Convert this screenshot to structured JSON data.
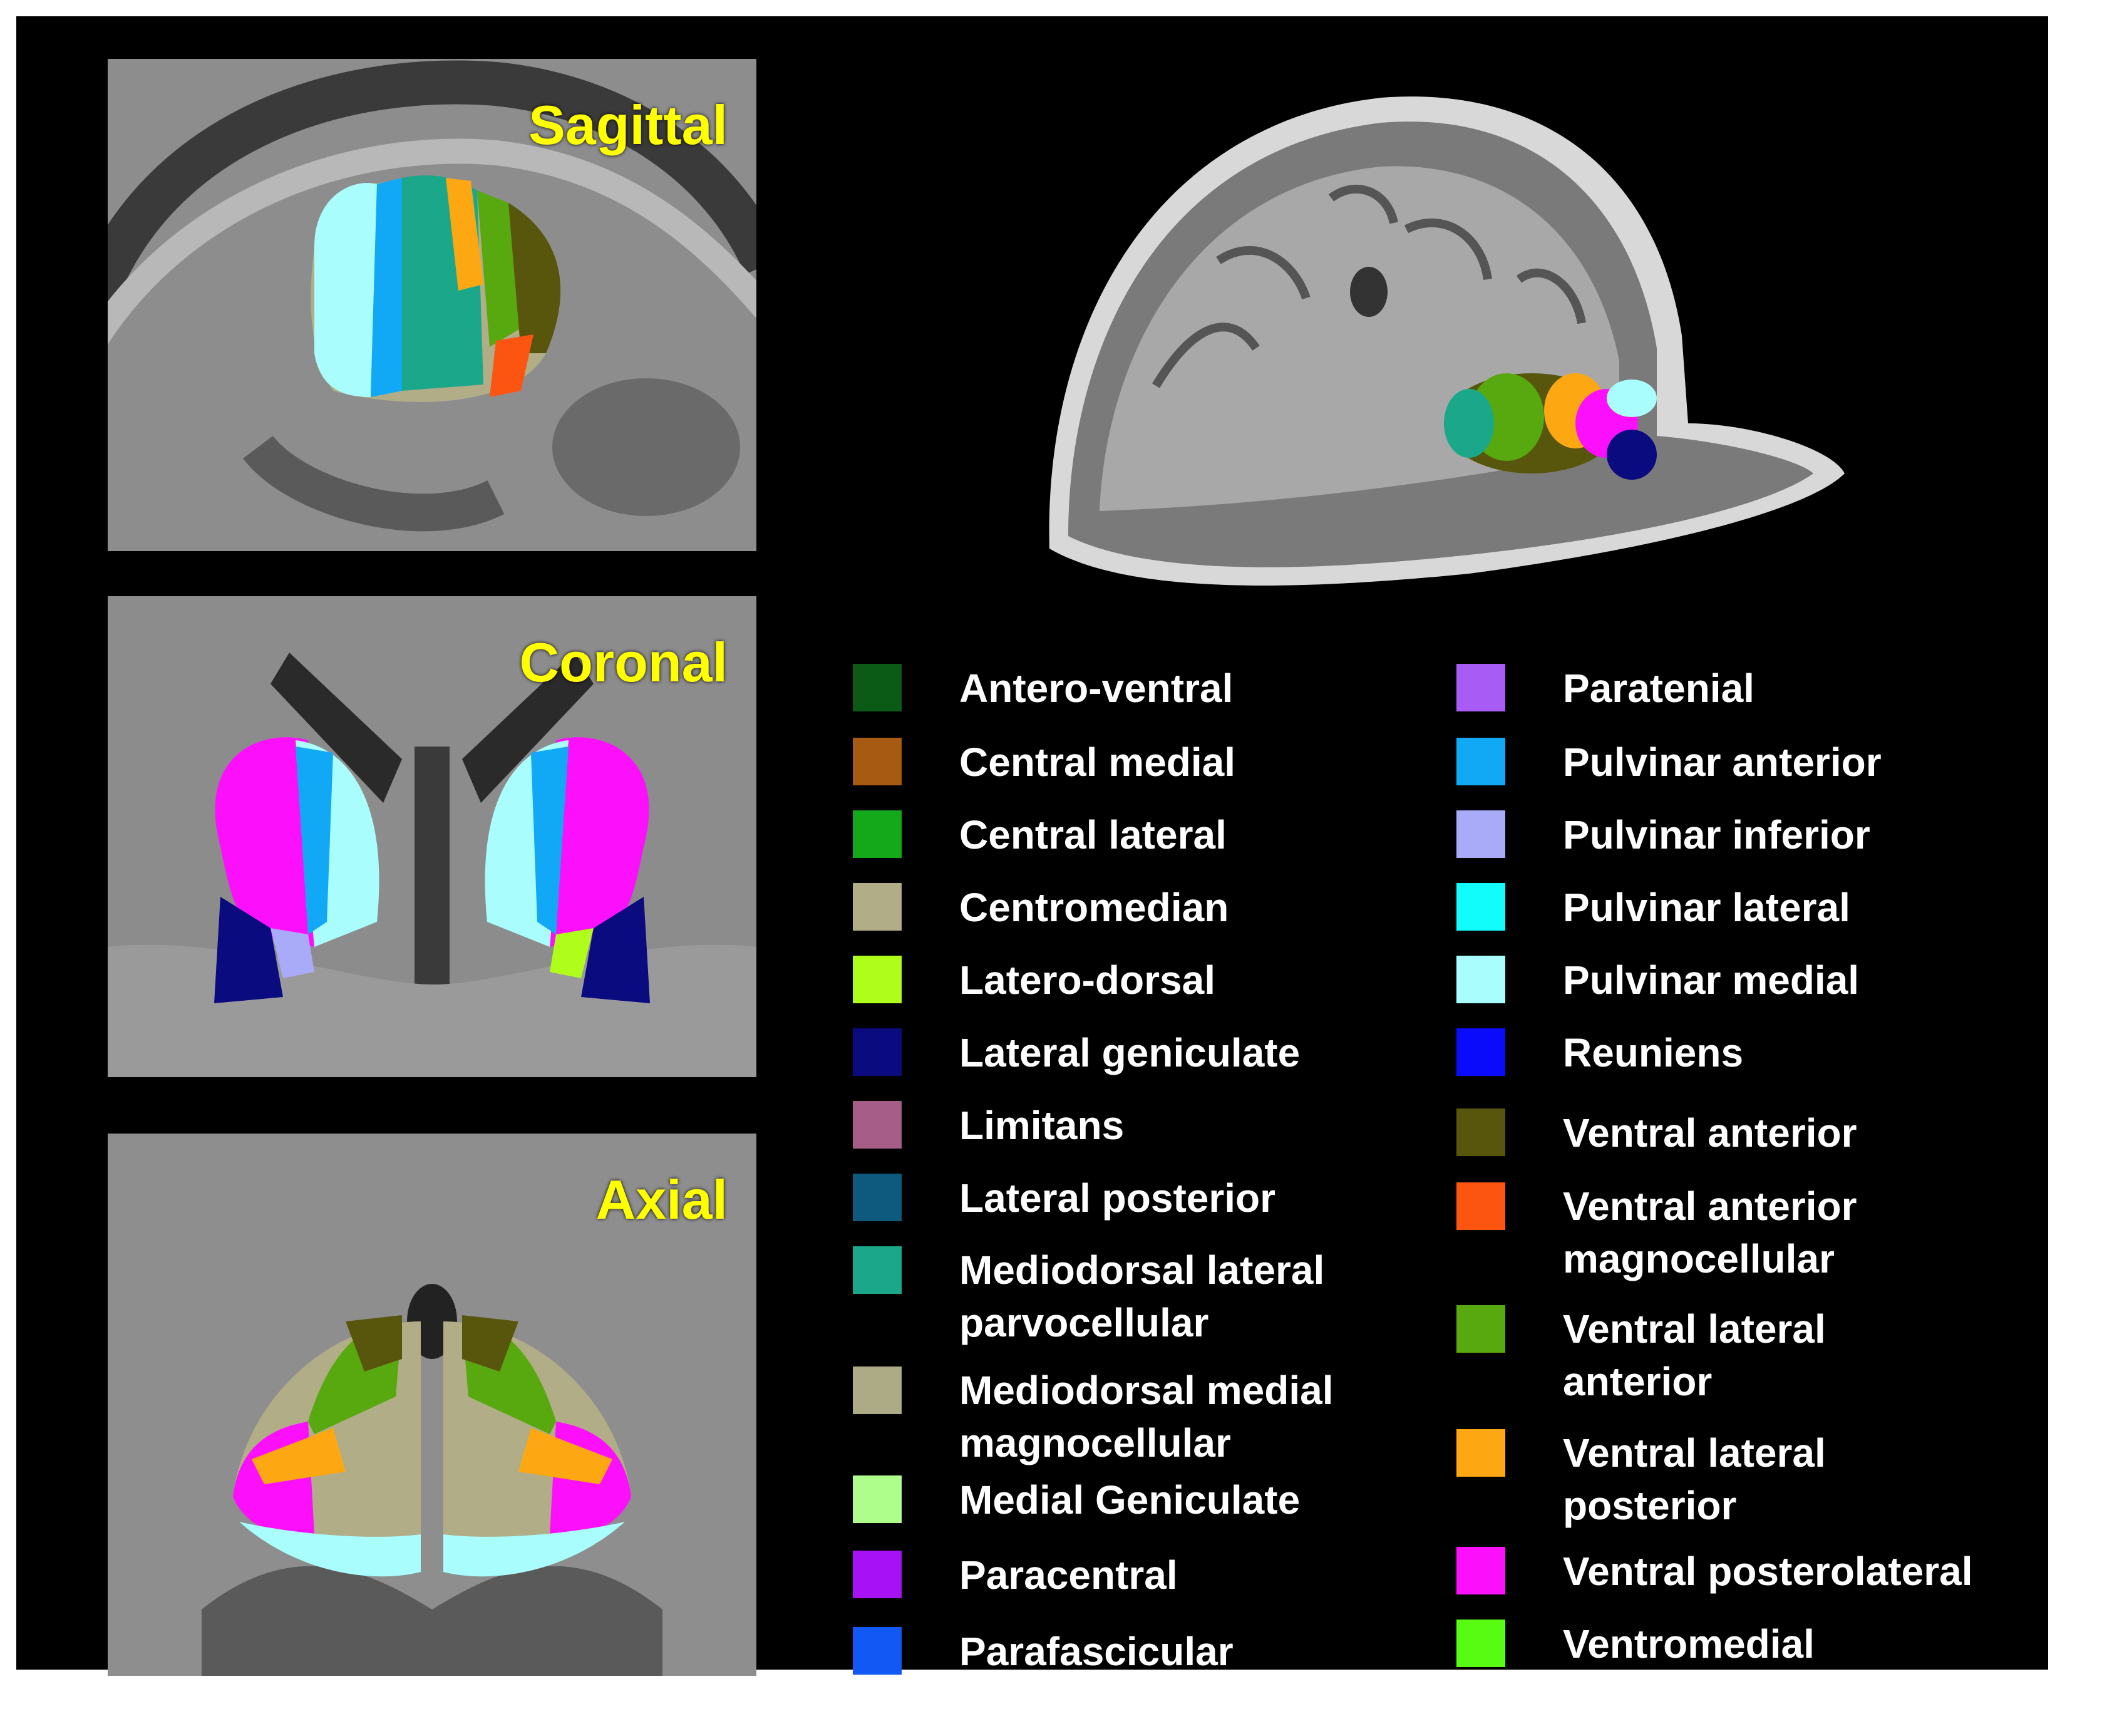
{
  "views": {
    "sagittal": "Sagittal",
    "coronal": "Coronal",
    "axial": "Axial"
  },
  "legend": [
    {
      "label": "Antero-ventral",
      "color": "#0b5a16"
    },
    {
      "label": "Central medial",
      "color": "#a65a12"
    },
    {
      "label": "Central lateral",
      "color": "#13a91b"
    },
    {
      "label": "Centromedian",
      "color": "#b0ad87"
    },
    {
      "label": "Latero-dorsal",
      "color": "#aefd1a"
    },
    {
      "label": "Lateral geniculate",
      "color": "#0a0b7e"
    },
    {
      "label": "Limitans",
      "color": "#a65e88"
    },
    {
      "label": "Lateral posterior",
      "color": "#0e5a7f"
    },
    {
      "label": "Mediodorsal lateral\nparvocellular",
      "color": "#1ba88a"
    },
    {
      "label": "Mediodorsal medial\nmagnocellular",
      "color": "#adaa86"
    },
    {
      "label": "Medial Geniculate",
      "color": "#aefe8c"
    },
    {
      "label": "Paracentral",
      "color": "#a612f5"
    },
    {
      "label": "Parafascicular",
      "color": "#1158f4"
    },
    {
      "label": "Paratenial",
      "color": "#a95bf5"
    },
    {
      "label": "Pulvinar anterior",
      "color": "#11a9f6"
    },
    {
      "label": "Pulvinar inferior",
      "color": "#a9aaf8"
    },
    {
      "label": "Pulvinar lateral",
      "color": "#10fdfc"
    },
    {
      "label": "Pulvinar medial",
      "color": "#a9fdfc"
    },
    {
      "label": "Reuniens",
      "color": "#0b0bfb"
    },
    {
      "label": "Ventral anterior",
      "color": "#58560d"
    },
    {
      "label": "Ventral anterior\nmagnocellular",
      "color": "#fc5411"
    },
    {
      "label": "Ventral lateral\nanterior",
      "color": "#58a810"
    },
    {
      "label": "Ventral lateral\nposterior",
      "color": "#fda812"
    },
    {
      "label": "Ventral posterolateral",
      "color": "#fc10fc"
    },
    {
      "label": "Ventromedial",
      "color": "#58fb12"
    }
  ]
}
